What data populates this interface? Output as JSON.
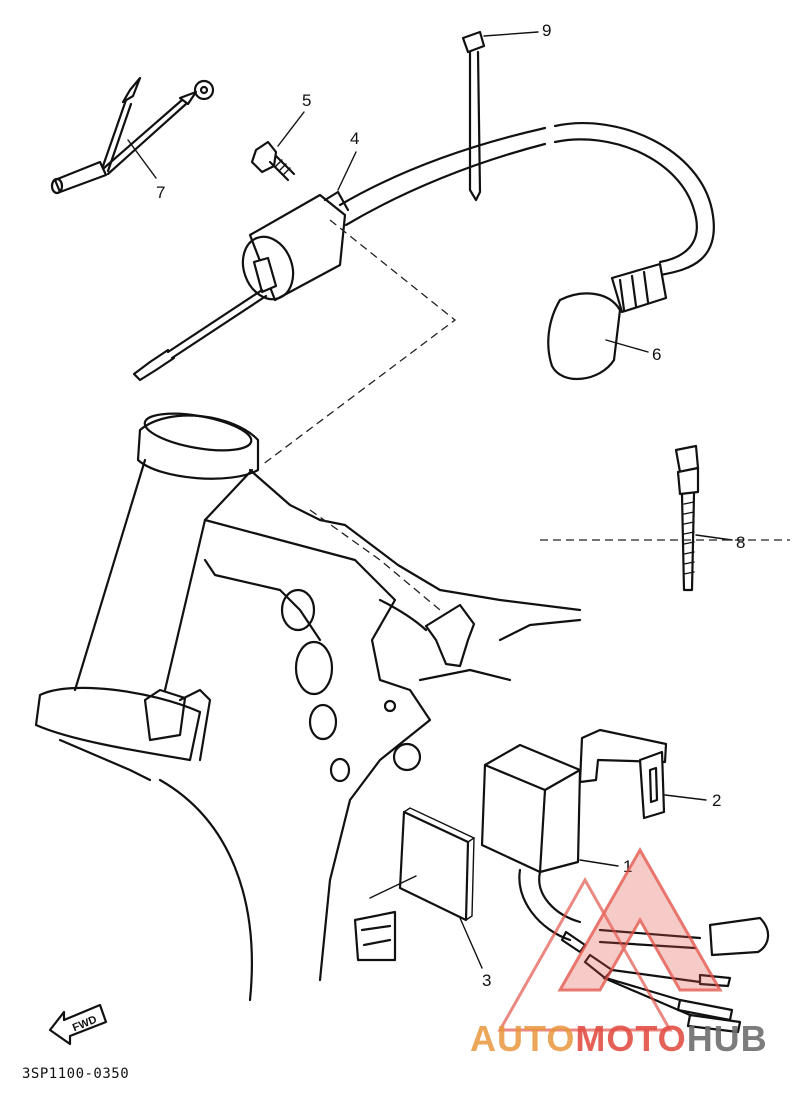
{
  "callouts": {
    "c1": "1",
    "c2": "2",
    "c3": "3",
    "c4": "4",
    "c5": "5",
    "c6": "6",
    "c7": "7",
    "c8": "8",
    "c9": "9"
  },
  "fwd_label": "FWD",
  "diagram_code": "3SP1100-0350",
  "watermark": {
    "part1": "AUTO",
    "part2": "MOTO",
    "part3": "HUB"
  },
  "colors": {
    "line": "#111111",
    "watermark_red": "#e2504a",
    "watermark_orange": "#e8963c",
    "watermark_gray": "#6e6e6e"
  }
}
